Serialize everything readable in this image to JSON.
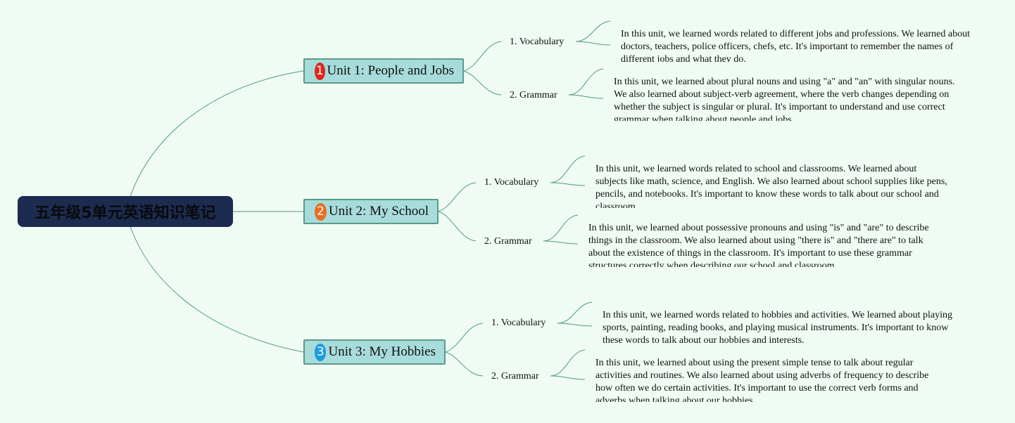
{
  "root": {
    "title": "五年级5单元英语知识笔记"
  },
  "colors": {
    "root_fill": "#1c2b50",
    "unit_fill": "#a7dcda",
    "unit_border": "#5a9a88",
    "connector": "#4f9a86",
    "background": "#f0fbf3",
    "badge1": "#e0261c",
    "badge2": "#ec6b22",
    "badge3": "#1d9be0"
  },
  "units": [
    {
      "badge": "1",
      "title": "Unit 1: People and Jobs",
      "items": [
        {
          "label": "1. Vocabulary",
          "note": "In this unit, we learned words related to different jobs and professions. We learned about doctors, teachers, police officers, chefs, etc. It's important to remember the names of different jobs and what they do."
        },
        {
          "label": "2. Grammar",
          "note": "In this unit, we learned about plural nouns and using \"a\" and \"an\" with singular nouns. We also learned about subject-verb agreement, where the verb changes depending on whether the subject is singular or plural. It's important to understand and use correct grammar when talking about people and jobs."
        }
      ]
    },
    {
      "badge": "2",
      "title": "Unit 2: My School",
      "items": [
        {
          "label": "1. Vocabulary",
          "note": "In this unit, we learned words related to school and classrooms. We learned about subjects like math, science, and English. We also learned about school supplies like pens, pencils, and notebooks. It's important to know these words to talk about our school and classroom."
        },
        {
          "label": "2. Grammar",
          "note": "In this unit, we learned about possessive pronouns and using \"is\" and \"are\" to describe things in the classroom. We also learned about using \"there is\" and \"there are\" to talk about the existence of things in the classroom. It's important to use these grammar structures correctly when describing our school and classroom."
        }
      ]
    },
    {
      "badge": "3",
      "title": "Unit 3: My Hobbies",
      "items": [
        {
          "label": "1. Vocabulary",
          "note": "In this unit, we learned words related to hobbies and activities. We learned about playing sports, painting, reading books, and playing musical instruments. It's important to know these words to talk about our hobbies and interests."
        },
        {
          "label": "2. Grammar",
          "note": "In this unit, we learned about using the present simple tense to talk about regular activities and routines. We also learned about using adverbs of frequency to describe how often we do certain activities. It's important to use the correct verb forms and adverbs when talking about our hobbies."
        }
      ]
    }
  ]
}
